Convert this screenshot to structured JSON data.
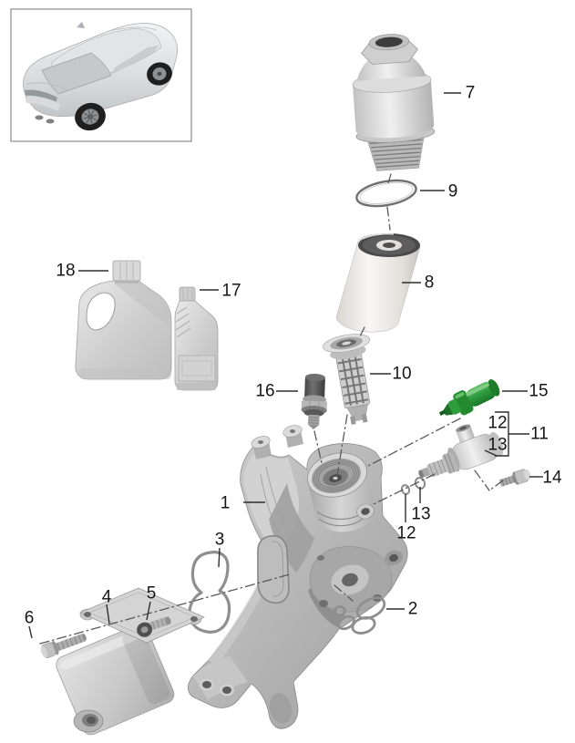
{
  "diagram": {
    "background": "#ffffff",
    "leader_color": "#2e2e2e",
    "highlight_color": "#2f9e3f",
    "vehicle_thumbnail": "suv-rear-three-quarter-view",
    "callouts": [
      {
        "num": "1",
        "part": "oil-filter-bracket"
      },
      {
        "num": "2",
        "part": "gasket-small"
      },
      {
        "num": "3",
        "part": "gasket-large"
      },
      {
        "num": "4",
        "part": "oil-cooler"
      },
      {
        "num": "5",
        "part": "fastening-bolt"
      },
      {
        "num": "6",
        "part": "fastening-screw"
      },
      {
        "num": "7",
        "part": "filter-cover"
      },
      {
        "num": "8",
        "part": "oil-filter-element"
      },
      {
        "num": "9",
        "part": "o-ring-cover"
      },
      {
        "num": "10",
        "part": "standpipe"
      },
      {
        "num": "11",
        "part": "valve-assembly"
      },
      {
        "num": "12",
        "part": "o-ring"
      },
      {
        "num": "13",
        "part": "o-ring"
      },
      {
        "num": "14",
        "part": "valve-screw"
      },
      {
        "num": "15",
        "part": "sensor-highlighted"
      },
      {
        "num": "16",
        "part": "oil-pressure-switch"
      },
      {
        "num": "17",
        "part": "oil-bottle-small"
      },
      {
        "num": "18",
        "part": "oil-canister-large"
      }
    ]
  }
}
